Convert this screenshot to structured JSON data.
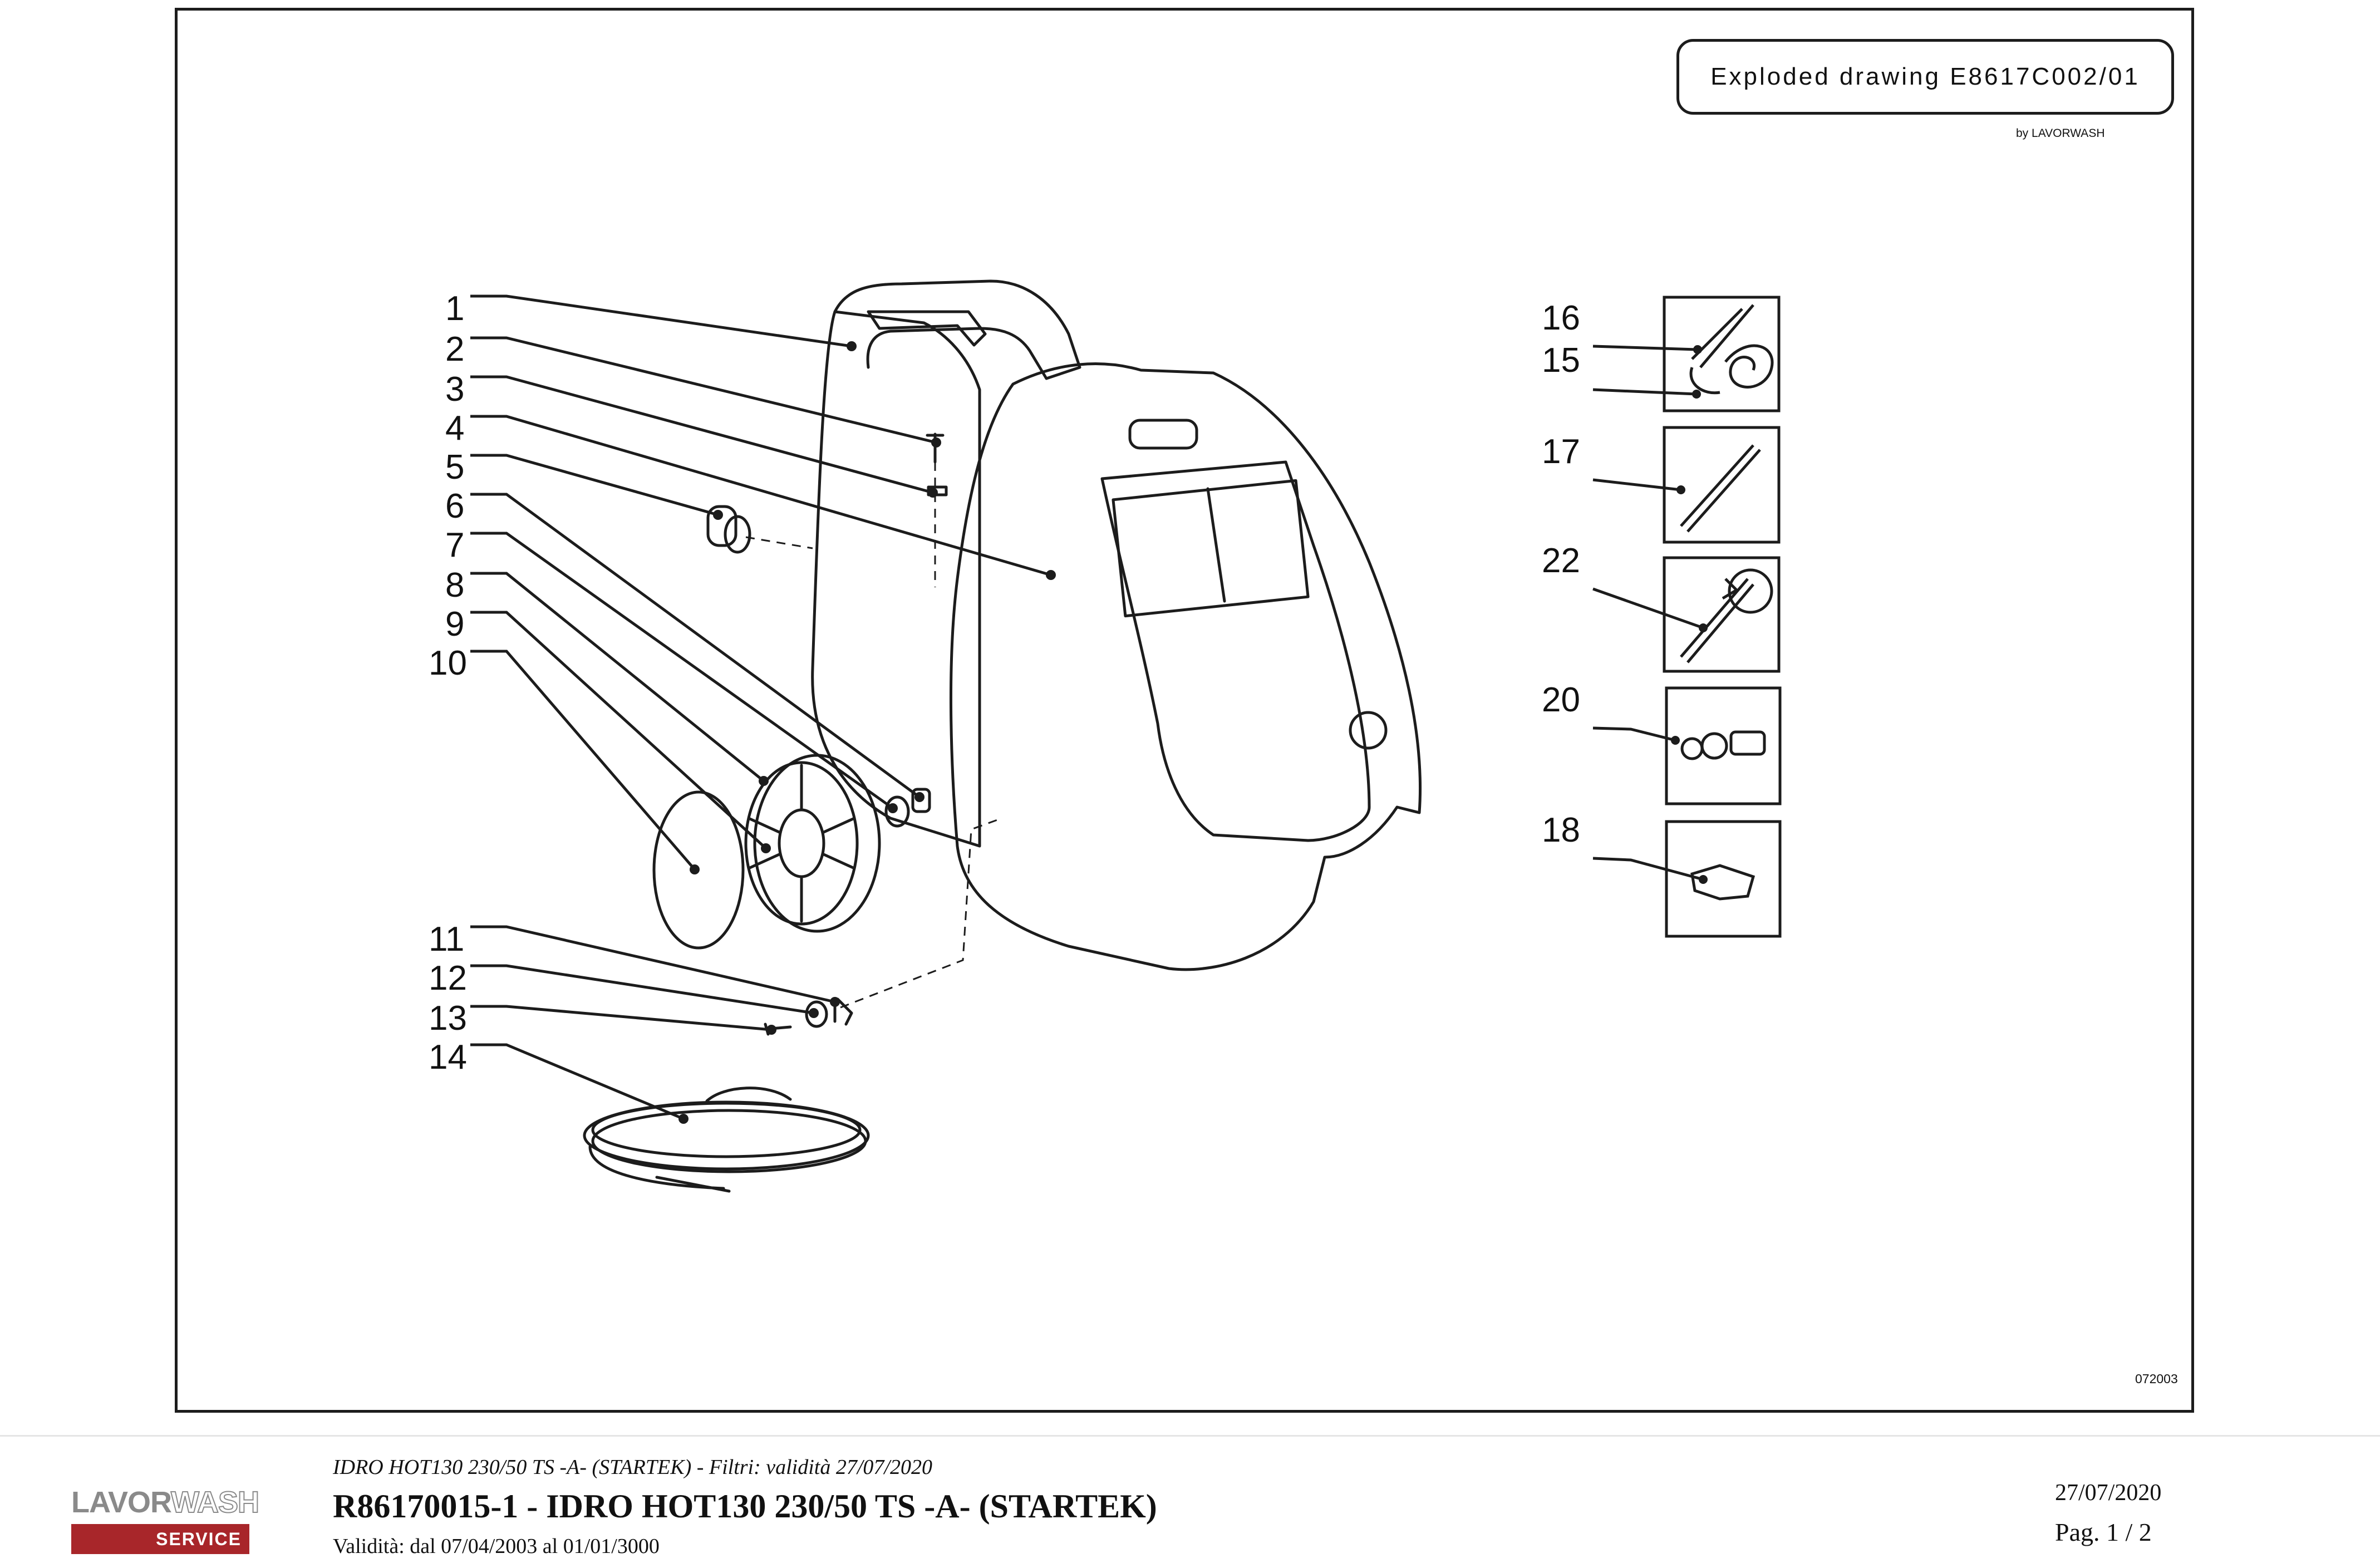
{
  "header": {
    "title": "Exploded drawing E8617C002/01",
    "credit": "by LAVORWASH"
  },
  "drawing": {
    "code": "072003",
    "labels": [
      "1",
      "2",
      "3",
      "4",
      "5",
      "6",
      "7",
      "8",
      "9",
      "10",
      "11",
      "12",
      "13",
      "14",
      "16",
      "15",
      "17",
      "22",
      "20",
      "18"
    ]
  },
  "footer": {
    "logo_word_1": "LAVOR",
    "logo_word_2": "WASH",
    "logo_service": "SERVICE",
    "logo_color": "#a8262a",
    "filter_line": "IDRO HOT130 230/50 TS -A- (STARTEK) - Filtri: validità 27/07/2020",
    "product_line": "R86170015-1 - IDRO HOT130 230/50 TS -A- (STARTEK)",
    "validity_line": "Validità: dal 07/04/2003 al 01/01/3000",
    "date": "27/07/2020",
    "page": "Pag. 1 / 2"
  }
}
